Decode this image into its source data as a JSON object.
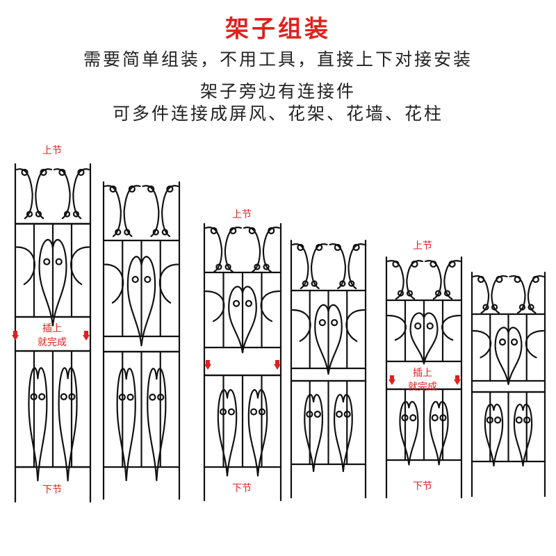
{
  "heading": {
    "title": "架子组装",
    "color": "#e0201c"
  },
  "lines": {
    "line1": "需要简单组装，不用工具，直接上下对接安装",
    "line2": "架子旁边有连接件",
    "line3": "可多件连接成屏风、花架、花墙、花柱"
  },
  "labels": {
    "upper": "上节",
    "lower": "下节",
    "insert": "插上",
    "done": "就完成"
  },
  "colors": {
    "label": "#e0201c",
    "iron": "#111111"
  },
  "icons": {
    "arrow": "red-down-arrow-icon"
  }
}
